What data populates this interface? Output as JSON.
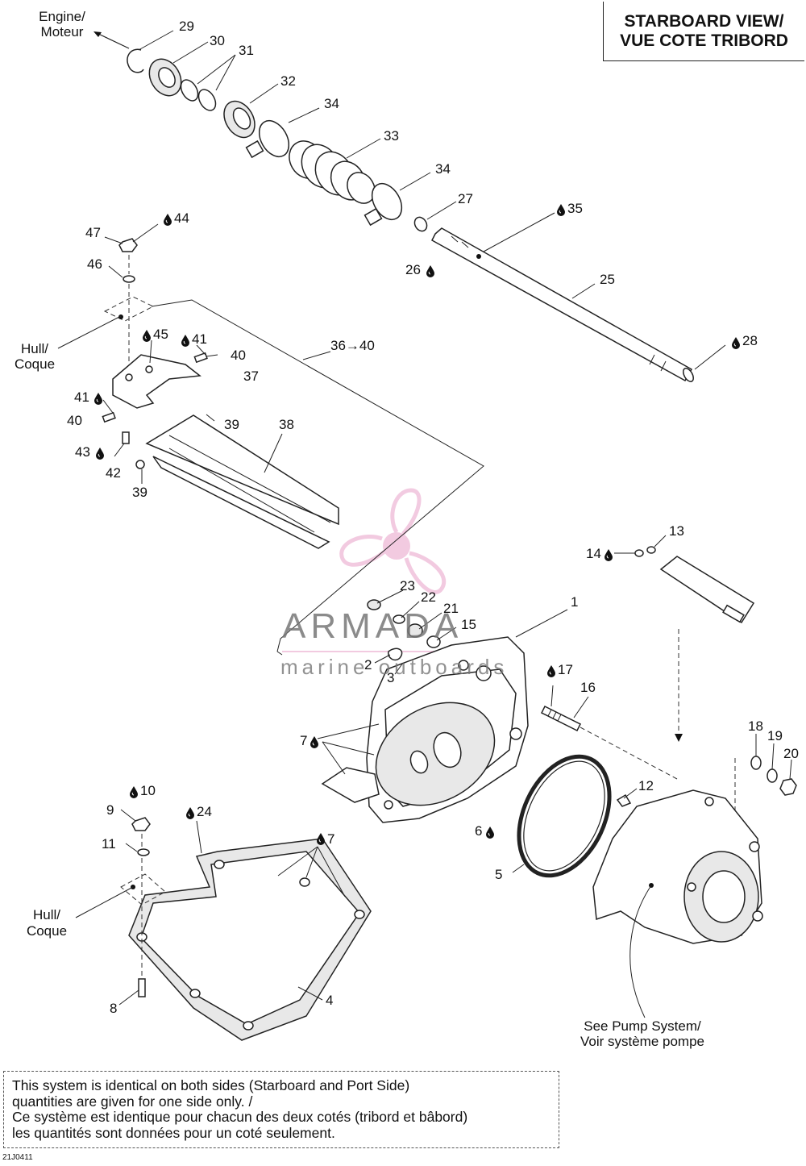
{
  "title": {
    "line1": "STARBOARD VIEW/",
    "line2": "VUE COTE TRIBORD"
  },
  "watermark": {
    "brand": "ARMADA",
    "tagline": "marine outboards",
    "color": "#e8a0c8"
  },
  "callouts": {
    "engine": {
      "line1": "Engine/",
      "line2": "Moteur"
    },
    "hull_top": {
      "line1": "Hull/",
      "line2": "Coque"
    },
    "hull_bottom": {
      "line1": "Hull/",
      "line2": "Coque"
    },
    "pump": {
      "line1": "See Pump System/",
      "line2": "Voir système pompe"
    }
  },
  "part_numbers": {
    "p29": "29",
    "p30": "30",
    "p31": "31",
    "p32": "32",
    "p34a": "34",
    "p33": "33",
    "p34b": "34",
    "p27": "27",
    "p35": "35",
    "p26": "26",
    "p25": "25",
    "p28": "28",
    "p47": "47",
    "p44": "44",
    "p46": "46",
    "p45": "45",
    "p41a": "41",
    "p40a": "40",
    "p37": "37",
    "p36": "36→40",
    "p41b": "41",
    "p40b": "40",
    "p39a": "39",
    "p38": "38",
    "p43": "43",
    "p42": "42",
    "p39b": "39",
    "p13": "13",
    "p14": "14",
    "p23": "23",
    "p22": "22",
    "p21": "21",
    "p15": "15",
    "p1": "1",
    "p2": "2",
    "p3": "3",
    "p17": "17",
    "p16": "16",
    "p7a": "7",
    "p18": "18",
    "p19": "19",
    "p20": "20",
    "p12": "12",
    "p10": "10",
    "p24": "24",
    "p9": "9",
    "p7b": "7",
    "p6": "6",
    "p11": "11",
    "p5": "5",
    "p4": "4",
    "p8": "8"
  },
  "note": {
    "line1": "This system is identical on both sides (Starboard and Port Side)",
    "line2": "quantities are given for one side only. /",
    "line3": "Ce système est identique pour chacun des deux cotés (tribord et bâbord)",
    "line4": "les quantités sont données pour un coté seulement."
  },
  "drawing_code": "21J0411",
  "icons": {
    "lubricant": "drop-icon",
    "direction": "arrow-icon"
  }
}
